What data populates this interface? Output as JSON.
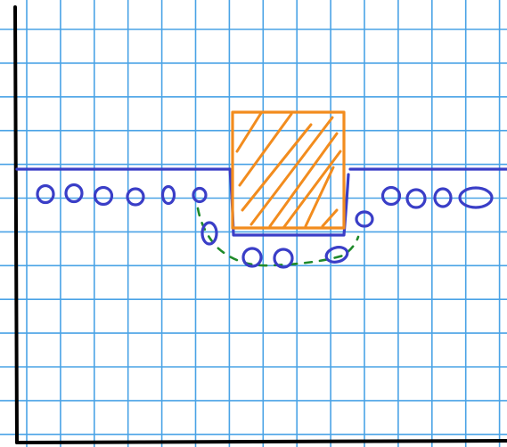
{
  "colors": {
    "grid": "#4aa3e6",
    "axis": "#000000",
    "surface": "#3a3ec7",
    "block": "#f28c1e",
    "depression": "#1f8a2a",
    "background": "#ffffff"
  },
  "diagram": {
    "elements": [
      "graph-paper-grid",
      "left-axis",
      "bottom-axis",
      "surface-line-left",
      "surface-line-right",
      "pit-outline",
      "orange-block",
      "hatching",
      "beads",
      "green-dashed-depression"
    ],
    "left_bead_count": 6,
    "right_bead_count": 4,
    "pit_bead_count": 5
  }
}
